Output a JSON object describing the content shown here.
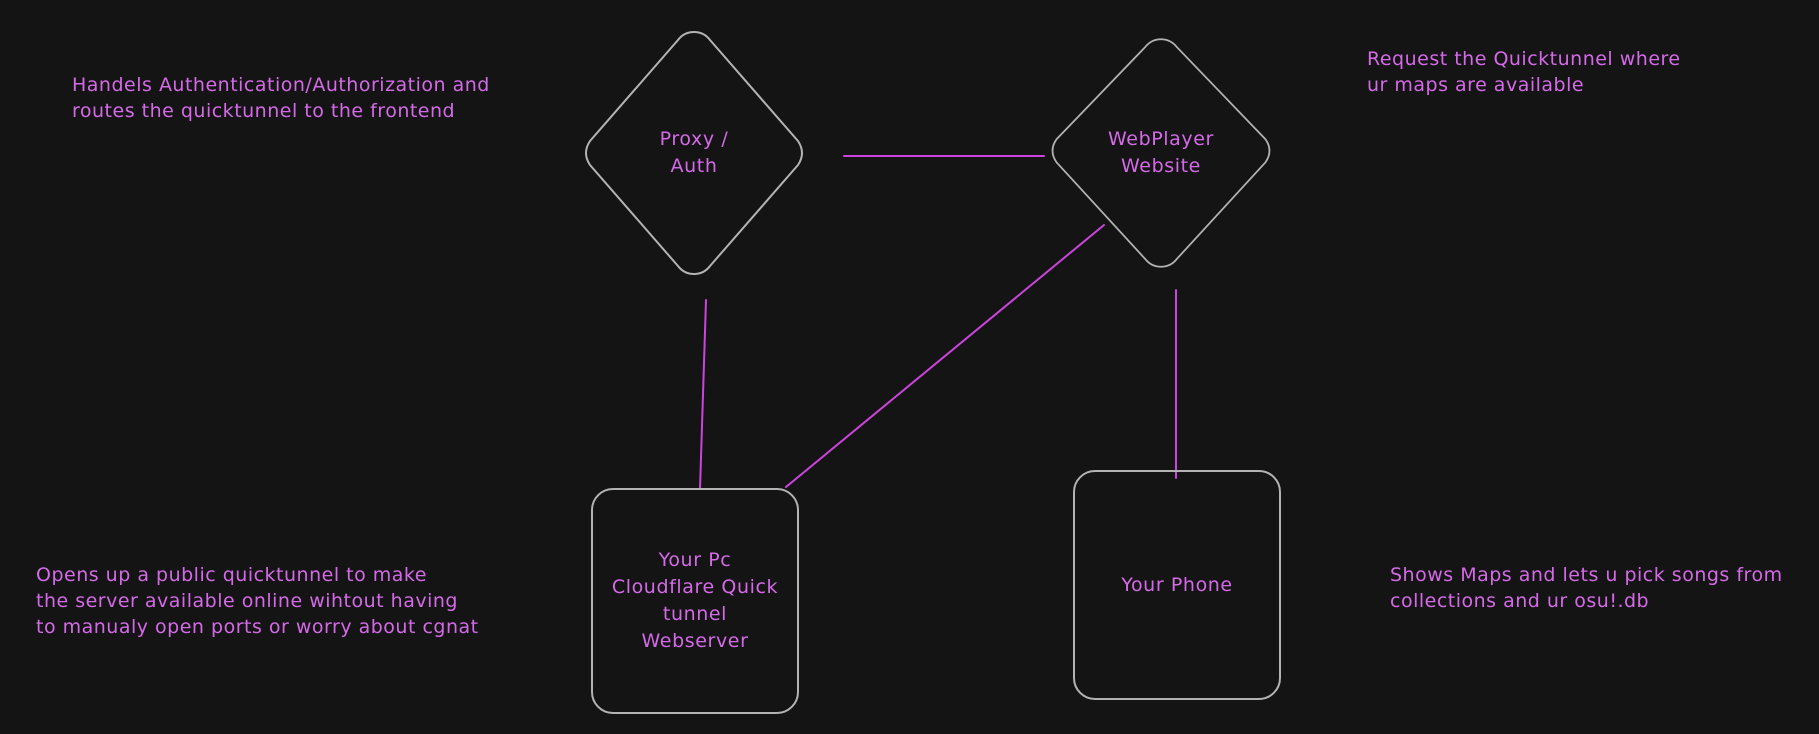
{
  "diagram": {
    "background_color": "#141414",
    "node_stroke_color": "#b3b3b3",
    "edge_color": "#cc44dd",
    "text_color": "#d56ae8",
    "nodes": [
      {
        "id": "proxy-auth",
        "shape": "diamond",
        "label": "Proxy /\nAuth"
      },
      {
        "id": "webplayer-website",
        "shape": "diamond",
        "label": "WebPlayer\nWebsite"
      },
      {
        "id": "your-pc",
        "shape": "rounded-rect",
        "label": "Your Pc\nCloudflare Quick\ntunnel\nWebserver"
      },
      {
        "id": "your-phone",
        "shape": "rounded-rect",
        "label": "Your Phone"
      }
    ],
    "edges": [
      {
        "id": "proxy-to-webplayer",
        "from": "proxy-auth",
        "to": "webplayer-website"
      },
      {
        "id": "proxy-to-your-pc",
        "from": "proxy-auth",
        "to": "your-pc"
      },
      {
        "id": "webplayer-to-your-pc",
        "from": "webplayer-website",
        "to": "your-pc"
      },
      {
        "id": "webplayer-to-your-phone",
        "from": "webplayer-website",
        "to": "your-phone"
      }
    ],
    "notes": [
      {
        "id": "note-proxy-auth",
        "text": "Handels Authentication/Authorization and\nroutes the quicktunnel to the frontend"
      },
      {
        "id": "note-webplayer",
        "text": "Request the Quicktunnel where\nur maps are available"
      },
      {
        "id": "note-your-pc",
        "text": "Opens up a public quicktunnel to make\nthe server available online wihtout having\nto manualy open ports or worry about cgnat"
      },
      {
        "id": "note-your-phone",
        "text": "Shows Maps and lets u pick songs from\ncollections and ur osu!.db"
      }
    ]
  }
}
